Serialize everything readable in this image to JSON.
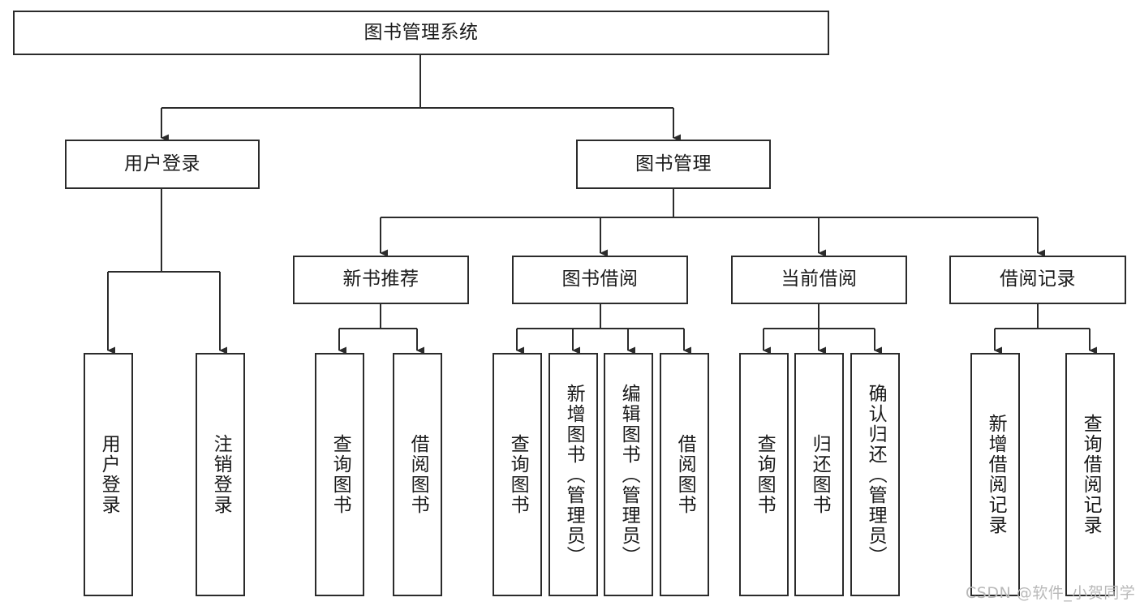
{
  "diagram": {
    "type": "tree",
    "title": "图书管理系统",
    "orientation": "top-down",
    "edge_color": "#2b2b2b",
    "node_border_color": "#2b2b2b",
    "node_fill_color": "#ffffff",
    "text_color": "#1a1a1a"
  },
  "root": {
    "label": "图书管理系统"
  },
  "level2": [
    {
      "label": "用户登录"
    },
    {
      "label": "图书管理"
    }
  ],
  "level3": [
    {
      "label": "新书推荐"
    },
    {
      "label": "图书借阅"
    },
    {
      "label": "当前借阅"
    },
    {
      "label": "借阅记录"
    }
  ],
  "leaves": {
    "user_login": [
      {
        "label": "用户登录"
      },
      {
        "label": "注销登录"
      }
    ],
    "new_book_recommend": [
      {
        "label": "查询图书"
      },
      {
        "label": "借阅图书"
      }
    ],
    "book_borrow": [
      {
        "label": "查询图书"
      },
      {
        "label": "新增图书（管理员）"
      },
      {
        "label": "编辑图书（管理员）"
      },
      {
        "label": "借阅图书"
      }
    ],
    "current_borrow": [
      {
        "label": "查询图书"
      },
      {
        "label": "归还图书"
      },
      {
        "label": "确认归还（管理员）"
      }
    ],
    "borrow_record": [
      {
        "label": "新增借阅记录"
      },
      {
        "label": "查询借阅记录"
      }
    ]
  },
  "watermark": {
    "text": "CSDN @软件_小贺同学",
    "color": "#b9b9b9"
  }
}
